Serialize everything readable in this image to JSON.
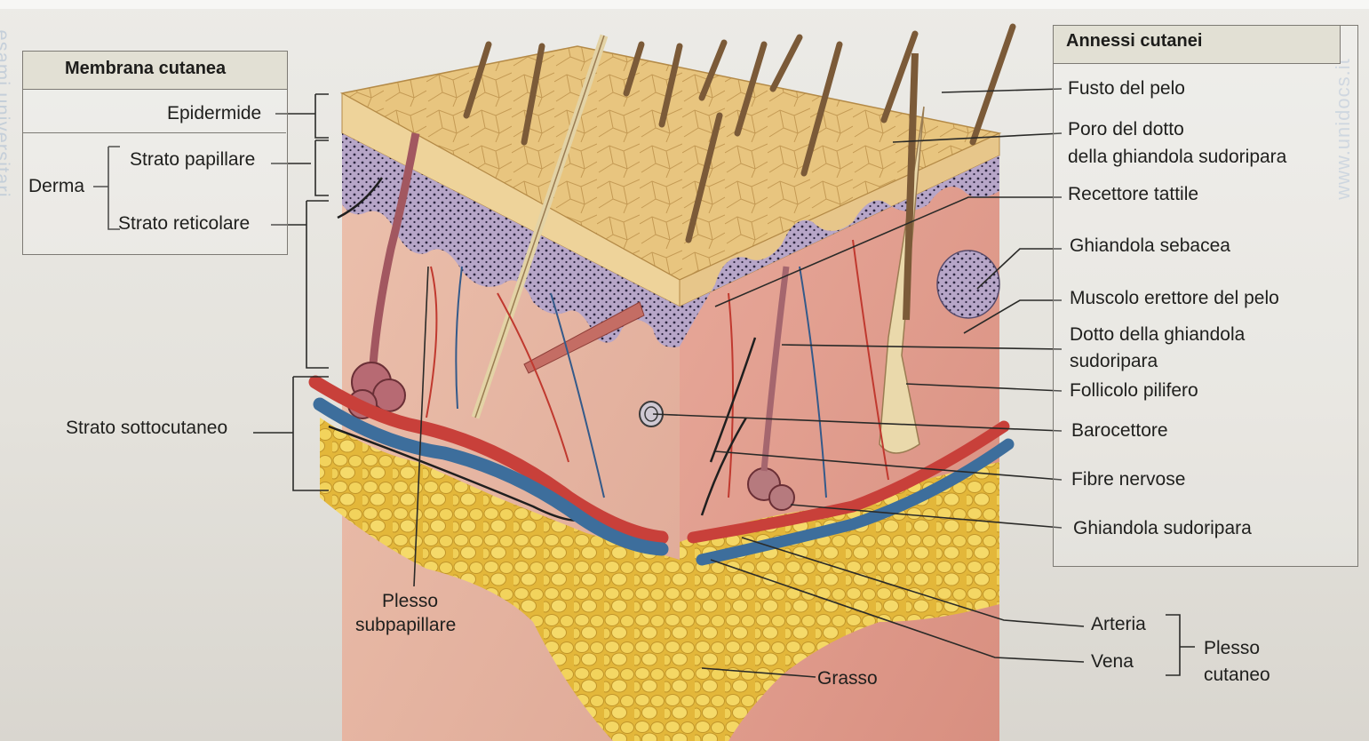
{
  "watermarks": {
    "left": "esami universitari",
    "right": "www.unidocs.it"
  },
  "membrana": {
    "title": "Membrana cutanea",
    "epidermide": "Epidermide",
    "derma": "Derma",
    "strato_papillare": "Strato papillare",
    "strato_reticolare": "Strato reticolare",
    "strato_sottocutaneo": "Strato sottocutaneo"
  },
  "annessi": {
    "title": "Annessi cutanei",
    "fusto": "Fusto del pelo",
    "poro_1": "Poro del dotto",
    "poro_2": "della ghiandola sudoripara",
    "recettore": "Recettore tattile",
    "sebacea": "Ghiandola sebacea",
    "muscolo": "Muscolo erettore del pelo",
    "dotto_1": "Dotto della ghiandola",
    "dotto_2": "sudoripara",
    "follicolo": "Follicolo pilifero",
    "barocettore": "Barocettore",
    "fibre": "Fibre nervose",
    "sudoripara": "Ghiandola sudoripara"
  },
  "bottom": {
    "plesso_sub_1": "Plesso",
    "plesso_sub_2": "subpapillare",
    "grasso": "Grasso",
    "arteria": "Arteria",
    "vena": "Vena",
    "plesso_cut_1": "Plesso",
    "plesso_cut_2": "cutaneo"
  },
  "colors": {
    "epidermis_top": "#e9c47f",
    "papillary": "#b9a9c6",
    "dermis": "#e6b3a1",
    "fat": "#e9c544",
    "artery": "#c8403a",
    "vein": "#3d6e9c",
    "hair": "#8b6a45"
  }
}
